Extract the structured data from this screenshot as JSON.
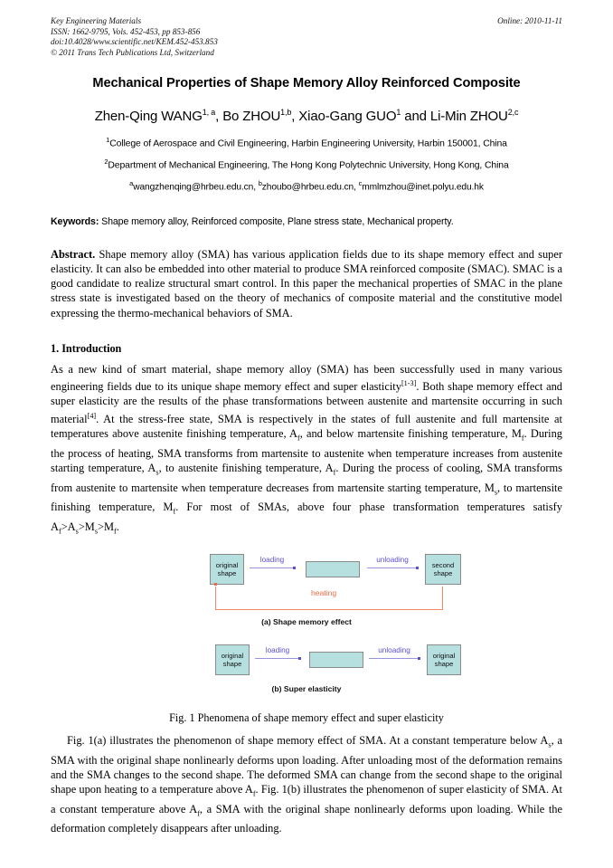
{
  "header": {
    "journal": "Key Engineering Materials",
    "issn_line": "ISSN: 1662-9795, Vols. 452-453, pp 853-856",
    "doi_line": "doi:10.4028/www.scientific.net/KEM.452-453.853",
    "copyright_line": "© 2011 Trans Tech Publications Ltd, Switzerland",
    "online": "Online: 2010-11-11"
  },
  "title": "Mechanical Properties of Shape Memory Alloy Reinforced Composite",
  "authors": {
    "a1_name": "Zhen-Qing WANG",
    "a1_sup": "1, a",
    "sep1": ", ",
    "a2_name": "Bo ZHOU",
    "a2_sup": "1,b",
    "sep2": ", ",
    "a3_name": "Xiao-Gang GUO",
    "a3_sup": "1",
    "sep3": " and ",
    "a4_name": "Li-Min ZHOU",
    "a4_sup": "2,c"
  },
  "affiliations": [
    {
      "marker": "1",
      "text": "College of Aerospace and Civil Engineering, Harbin Engineering University, Harbin 150001, China"
    },
    {
      "marker": "2",
      "text": "Department of Mechanical Engineering, The Hong Kong Polytechnic University, Hong Kong, China"
    }
  ],
  "emails": {
    "m1": "a",
    "e1": "wangzhenqing@hrbeu.edu.cn, ",
    "m2": "b",
    "e2": "zhoubo@hrbeu.edu.cn, ",
    "m3": "c",
    "e3": "mmlmzhou@inet.polyu.edu.hk"
  },
  "keywords": {
    "label": "Keywords:",
    "text": " Shape memory alloy, Reinforced composite, Plane stress state, Mechanical property."
  },
  "abstract": {
    "label": "Abstract.",
    "text": " Shape memory alloy (SMA) has various application fields due to its shape memory effect and super elasticity. It can also be embedded into other material to produce SMA reinforced composite (SMAC). SMAC is a good candidate to realize structural smart control. In this paper the mechanical properties of SMAC in the plane stress state is investigated based on the theory of mechanics of composite material and the constitutive model expressing the thermo-mechanical behaviors of SMA."
  },
  "section1": {
    "heading": "1. Introduction",
    "p1_a": "As a new kind of smart material, shape memory alloy (SMA) has been successfully used in many various engineering fields due to its unique shape memory effect and super elasticity",
    "p1_cite1": "[1-3]",
    "p1_b": ". Both shape memory effect and super elasticity are the results of the phase transformations between austenite and martensite occurring in such material",
    "p1_cite2": "[4]",
    "p1_c": ". At the stress-free state, SMA is respectively in the states of full austenite and full martensite at temperatures above austenite finishing temperature, A",
    "sub_f1": "f",
    "p1_d": ", and below martensite finishing temperature, M",
    "sub_f2": "f",
    "p1_e": ". During the process of heating, SMA transforms from martensite to austenite when temperature increases from austenite starting temperature, A",
    "sub_s1": "s",
    "p1_f": ", to austenite finishing temperature, A",
    "sub_f3": "f",
    "p1_g": ". During the process of cooling, SMA transforms from austenite to martensite when temperature decreases from martensite starting temperature, M",
    "sub_s2": "s",
    "p1_h": ", to martensite finishing temperature, M",
    "sub_f4": "f",
    "p1_i": ". For most of SMAs, above four phase transformation temperatures satisfy A",
    "sub_f5": "f",
    "p1_j": ">A",
    "sub_s3": "s",
    "p1_k": ">M",
    "sub_s4": "s",
    "p1_l": ">M",
    "sub_f6": "f",
    "p1_m": "."
  },
  "figure": {
    "panel_a": {
      "box1_l1": "original",
      "box1_l2": "shape",
      "arrow1": "loading",
      "box2_l1": "",
      "arrow2": "unloading",
      "box3_l1": "second",
      "box3_l2": "shape",
      "heating": "heating",
      "caption": "(a) Shape memory effect"
    },
    "panel_b": {
      "box1_l1": "original",
      "box1_l2": "shape",
      "arrow1": "loading",
      "box2_l1": "",
      "arrow2": "unloading",
      "box3_l1": "original",
      "box3_l2": "shape",
      "caption": "(b) Super elasticity"
    },
    "caption": "Fig. 1 Phenomena of shape memory effect and super elasticity",
    "colors": {
      "box_fill": "#b6dfe0",
      "box_border": "#8a8a8a",
      "load_label": "#5a4fcf",
      "heating_label": "#ef6a45"
    }
  },
  "section1_after_fig": {
    "p2_a": "Fig. 1(a) illustrates the phenomenon of shape memory effect of SMA. At a constant temperature below A",
    "sub_s1": "s",
    "p2_b": ", a SMA with the original shape nonlinearly deforms upon loading. After unloading most of the deformation remains and the SMA changes to the second shape. The deformed SMA can change from the second shape to the original shape upon heating to a temperature above A",
    "sub_f1": "f",
    "p2_c": ". Fig. 1(b) illustrates the phenomenon of super elasticity of SMA. At a constant temperature above A",
    "sub_f2": "f",
    "p2_d": ", a SMA with the original shape nonlinearly deforms upon loading. While the deformation completely disappears after unloading."
  }
}
